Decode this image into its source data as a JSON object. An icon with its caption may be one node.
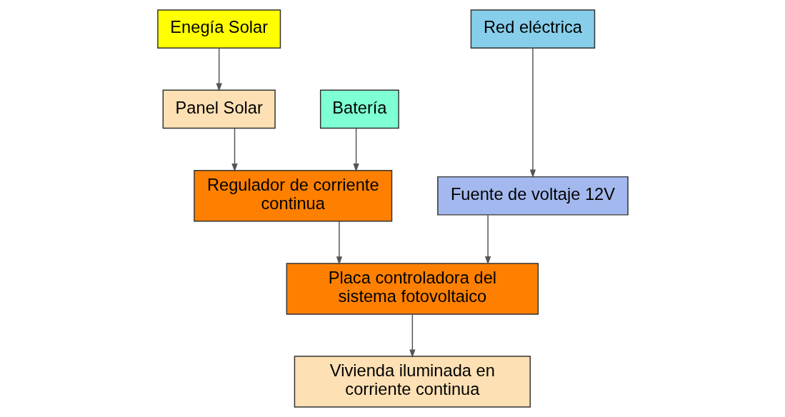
{
  "diagram": {
    "nodes": [
      {
        "text": [
          "Enegía Solar"
        ]
      },
      {
        "text": [
          "Red eléctrica"
        ]
      },
      {
        "text": [
          "Batería"
        ]
      },
      {
        "text": [
          "Panel Solar"
        ]
      },
      {
        "text": [
          "Regulador de corriente continua"
        ]
      },
      {
        "text": [
          "Fuente de voltaje 12V"
        ]
      },
      {
        "text": [
          "Placa controladora del sistema fotovoltaico"
        ]
      },
      {
        "text": [
          "Vivienda iluminada en corriente continua"
        ]
      }
    ],
    "edges": [
      {
        "from": 0,
        "to": 3,
        "arrow": "to"
      },
      {
        "from": 3,
        "to": 4,
        "arrow": "to"
      },
      {
        "from": 2,
        "to": 4,
        "arrow": "to"
      },
      {
        "from": 1,
        "to": 5,
        "arrow": "to"
      },
      {
        "from": 4,
        "to": 6,
        "arrow": "to"
      },
      {
        "from": 5,
        "to": 6,
        "arrow": "to"
      },
      {
        "from": 6,
        "to": 7,
        "arrow": "to"
      }
    ]
  }
}
